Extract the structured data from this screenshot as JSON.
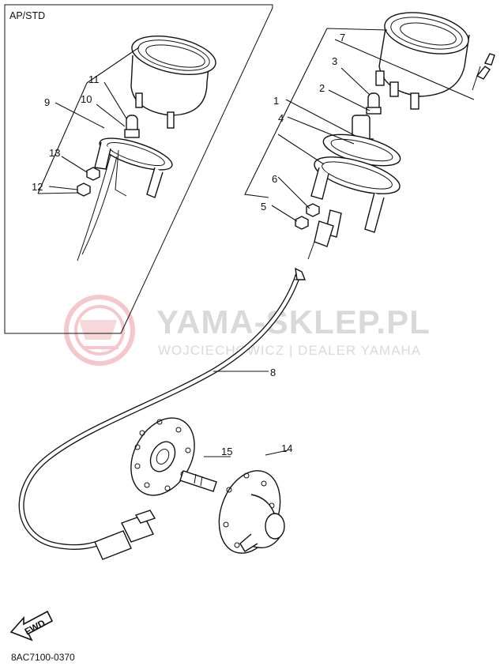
{
  "diagram": {
    "variant_label": "AP/STD",
    "drawing_code": "8AC7100-0370",
    "fwd_label": "FWD",
    "watermark": {
      "title": "YAMA-SKLEP.PL",
      "subtitle": "WOJCIECHOWICZ | DEALER YAMAHA"
    },
    "callouts": {
      "c1": "1",
      "c2": "2",
      "c3": "3",
      "c4": "4",
      "c5": "5",
      "c6": "6",
      "c7": "7",
      "c8": "8",
      "c9": "9",
      "c10": "10",
      "c11": "11",
      "c12": "12",
      "c13": "13",
      "c14": "14",
      "c15": "15"
    },
    "colors": {
      "line": "#111111",
      "watermark_logo": "#f2b8bd",
      "watermark_text": "#d9d9d9"
    }
  }
}
